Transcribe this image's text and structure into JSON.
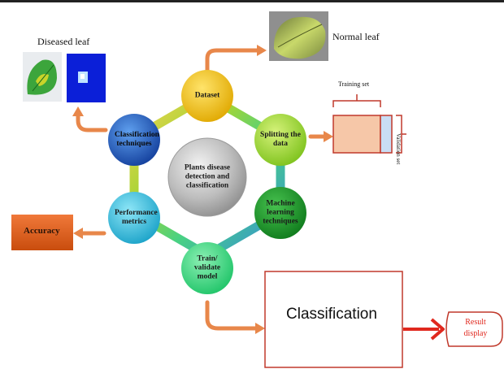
{
  "diagram": {
    "center": {
      "text": "Plants disease detection and classification"
    },
    "nodes": [
      {
        "id": "dataset",
        "label": "Dataset",
        "color": "#f2c20c"
      },
      {
        "id": "splitting",
        "label": "Splitting the data",
        "color": "#a6d92a"
      },
      {
        "id": "ml",
        "label": "Machine learning techniques",
        "color": "#1e9a2a"
      },
      {
        "id": "train",
        "label": "Train/ validate model",
        "color": "#2fd17a"
      },
      {
        "id": "perf",
        "label": "Performance metrics",
        "color": "#27b6d6"
      },
      {
        "id": "classif",
        "label": "Classification techniques",
        "color": "#1f63c4"
      }
    ],
    "side_labels": {
      "diseased_leaf": "Diseased leaf",
      "normal_leaf": "Normal leaf",
      "training_set": "Training set",
      "validation_set": "Validation set",
      "accuracy": "Accuracy",
      "classification": "Classification",
      "result_display": "Result display"
    },
    "colors": {
      "arrow_orange": "#e8874a",
      "accuracy_box": "#e2621c",
      "result_red": "#e0281e",
      "split_block": "#f6c7a8",
      "split_small": "#c9ddf4"
    }
  }
}
